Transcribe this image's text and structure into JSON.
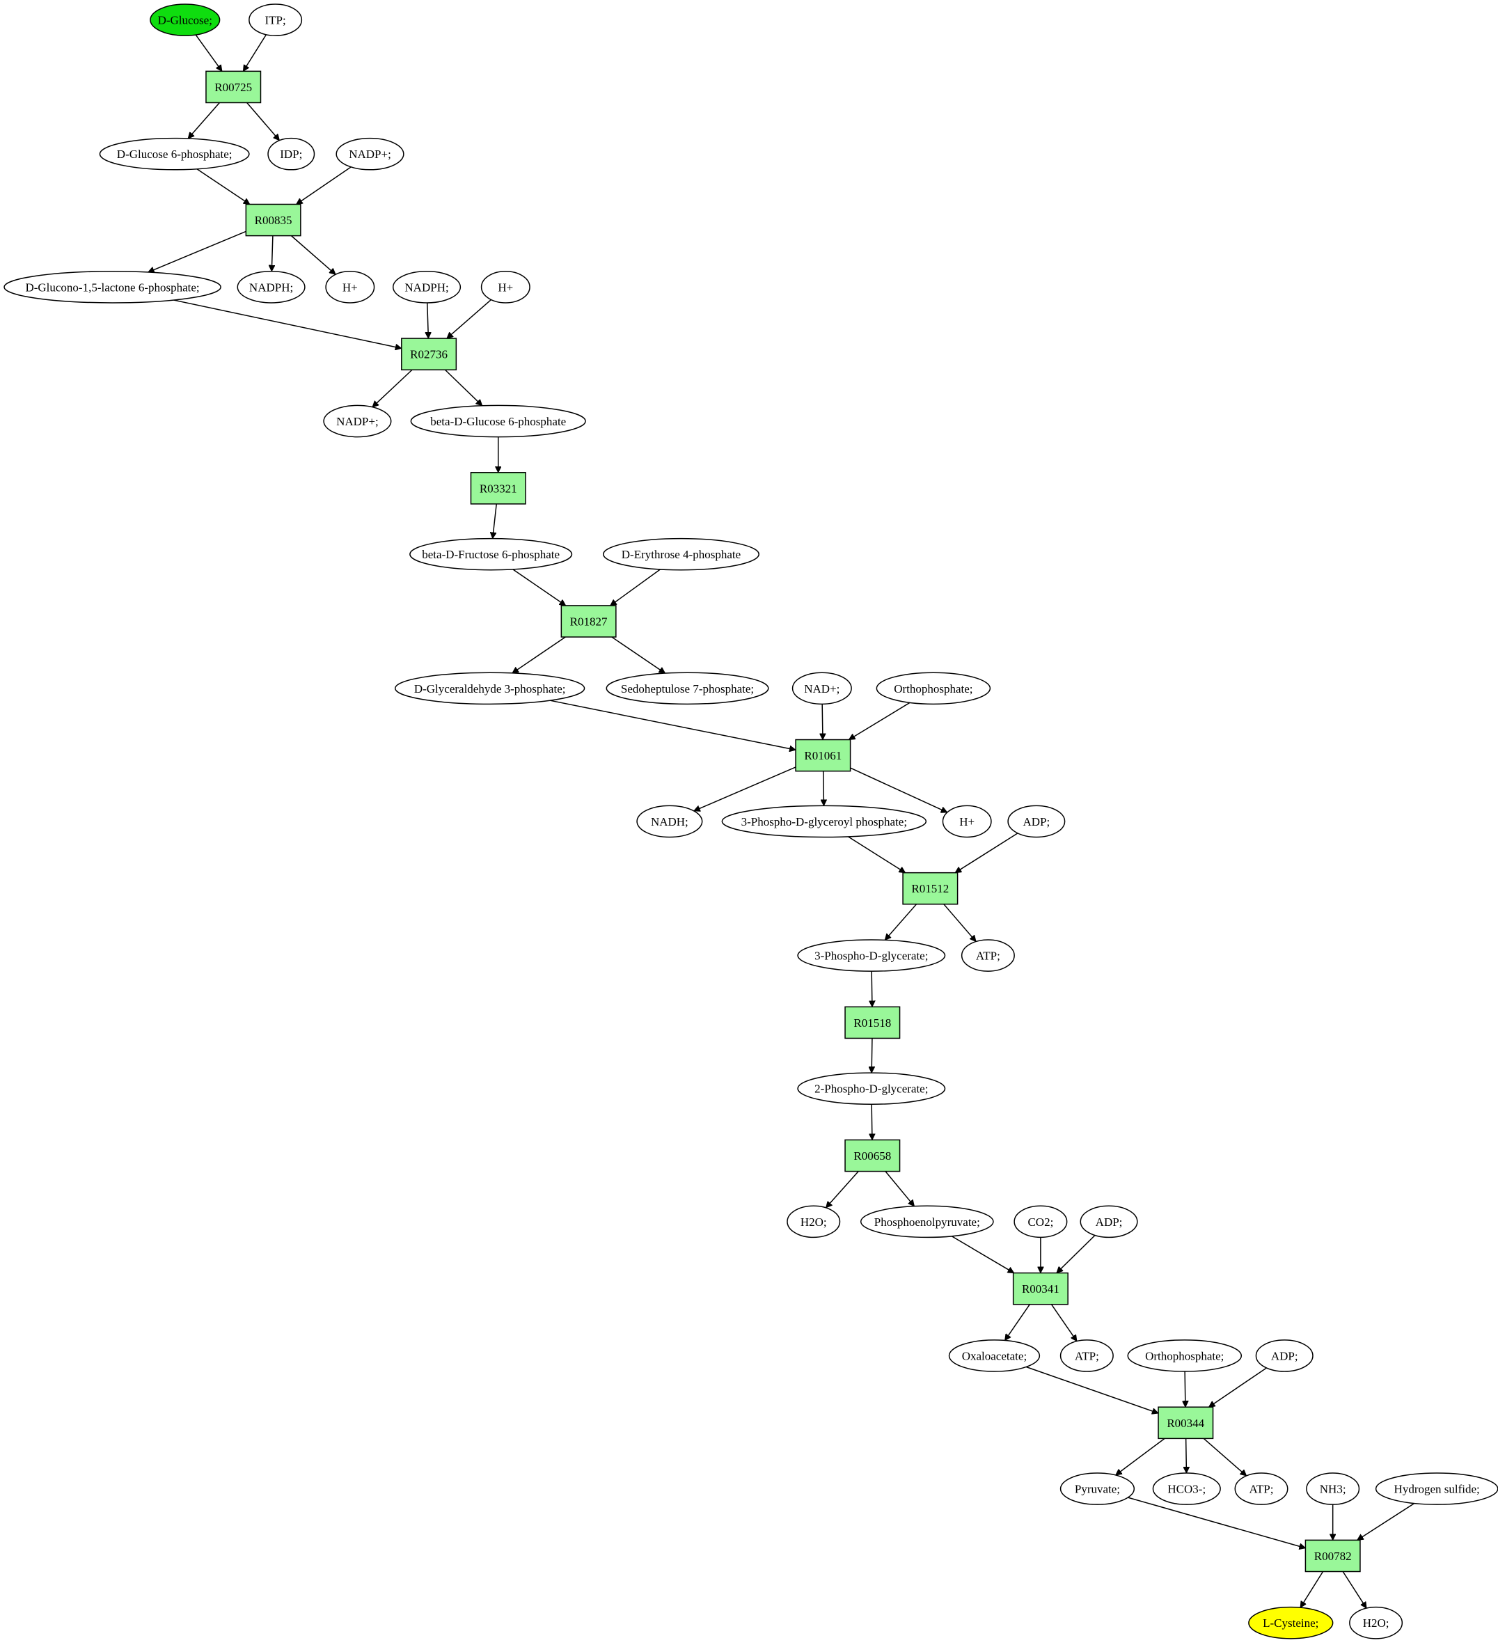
{
  "colors": {
    "reaction_fill": "#99f799",
    "start_fill": "#0fdd0f",
    "end_fill": "#ffff00",
    "compound_fill": "#ffffff",
    "stroke": "#000000"
  },
  "reactions": [
    {
      "id": "R00725",
      "label": "R00725"
    },
    {
      "id": "R00835",
      "label": "R00835"
    },
    {
      "id": "R02736",
      "label": "R02736"
    },
    {
      "id": "R03321",
      "label": "R03321"
    },
    {
      "id": "R01827",
      "label": "R01827"
    },
    {
      "id": "R01061",
      "label": "R01061"
    },
    {
      "id": "R01512",
      "label": "R01512"
    },
    {
      "id": "R01518",
      "label": "R01518"
    },
    {
      "id": "R00658",
      "label": "R00658"
    },
    {
      "id": "R00341",
      "label": "R00341"
    },
    {
      "id": "R00344",
      "label": "R00344"
    },
    {
      "id": "R00782",
      "label": "R00782"
    }
  ],
  "compounds": [
    {
      "id": "c1",
      "label": "D-Glucose;",
      "role": "start"
    },
    {
      "id": "c2",
      "label": "ITP;"
    },
    {
      "id": "c3",
      "label": "D-Glucose 6-phosphate;"
    },
    {
      "id": "c4",
      "label": "IDP;"
    },
    {
      "id": "c5",
      "label": "NADP+;"
    },
    {
      "id": "c6",
      "label": "D-Glucono-1,5-lactone 6-phosphate;"
    },
    {
      "id": "c7",
      "label": "NADPH;"
    },
    {
      "id": "c8",
      "label": "H+"
    },
    {
      "id": "c9",
      "label": "NADPH;"
    },
    {
      "id": "c10",
      "label": "H+"
    },
    {
      "id": "c11",
      "label": "NADP+;"
    },
    {
      "id": "c12",
      "label": "beta-D-Glucose 6-phosphate"
    },
    {
      "id": "c13",
      "label": "beta-D-Fructose 6-phosphate"
    },
    {
      "id": "c14",
      "label": "D-Erythrose 4-phosphate"
    },
    {
      "id": "c15",
      "label": "D-Glyceraldehyde 3-phosphate;"
    },
    {
      "id": "c16",
      "label": "Sedoheptulose 7-phosphate;"
    },
    {
      "id": "c17",
      "label": "NAD+;"
    },
    {
      "id": "c18",
      "label": "Orthophosphate;"
    },
    {
      "id": "c19",
      "label": "NADH;"
    },
    {
      "id": "c20",
      "label": "3-Phospho-D-glyceroyl phosphate;"
    },
    {
      "id": "c21",
      "label": "H+"
    },
    {
      "id": "c22",
      "label": "ADP;"
    },
    {
      "id": "c23",
      "label": "3-Phospho-D-glycerate;"
    },
    {
      "id": "c24",
      "label": "ATP;"
    },
    {
      "id": "c25",
      "label": "2-Phospho-D-glycerate;"
    },
    {
      "id": "c26",
      "label": "H2O;"
    },
    {
      "id": "c27",
      "label": "Phosphoenolpyruvate;"
    },
    {
      "id": "c28",
      "label": "CO2;"
    },
    {
      "id": "c29",
      "label": "ADP;"
    },
    {
      "id": "c30",
      "label": "Oxaloacetate;"
    },
    {
      "id": "c31",
      "label": "ATP;"
    },
    {
      "id": "c32",
      "label": "Orthophosphate;"
    },
    {
      "id": "c33",
      "label": "ADP;"
    },
    {
      "id": "c34",
      "label": "Pyruvate;"
    },
    {
      "id": "c35",
      "label": "HCO3-;"
    },
    {
      "id": "c36",
      "label": "ATP;"
    },
    {
      "id": "c37",
      "label": "NH3;"
    },
    {
      "id": "c38",
      "label": "Hydrogen sulfide;"
    },
    {
      "id": "c39",
      "label": "L-Cysteine;",
      "role": "end"
    },
    {
      "id": "c40",
      "label": "H2O;"
    }
  ],
  "edges": [
    [
      "c1",
      "R00725"
    ],
    [
      "c2",
      "R00725"
    ],
    [
      "R00725",
      "c3"
    ],
    [
      "R00725",
      "c4"
    ],
    [
      "c3",
      "R00835"
    ],
    [
      "c5",
      "R00835"
    ],
    [
      "R00835",
      "c6"
    ],
    [
      "R00835",
      "c7"
    ],
    [
      "R00835",
      "c8"
    ],
    [
      "c6",
      "R02736"
    ],
    [
      "c9",
      "R02736"
    ],
    [
      "c10",
      "R02736"
    ],
    [
      "R02736",
      "c11"
    ],
    [
      "R02736",
      "c12"
    ],
    [
      "c12",
      "R03321"
    ],
    [
      "R03321",
      "c13"
    ],
    [
      "c13",
      "R01827"
    ],
    [
      "c14",
      "R01827"
    ],
    [
      "R01827",
      "c15"
    ],
    [
      "R01827",
      "c16"
    ],
    [
      "c15",
      "R01061"
    ],
    [
      "c17",
      "R01061"
    ],
    [
      "c18",
      "R01061"
    ],
    [
      "R01061",
      "c19"
    ],
    [
      "R01061",
      "c20"
    ],
    [
      "R01061",
      "c21"
    ],
    [
      "c20",
      "R01512"
    ],
    [
      "c22",
      "R01512"
    ],
    [
      "R01512",
      "c23"
    ],
    [
      "R01512",
      "c24"
    ],
    [
      "c23",
      "R01518"
    ],
    [
      "R01518",
      "c25"
    ],
    [
      "c25",
      "R00658"
    ],
    [
      "R00658",
      "c26"
    ],
    [
      "R00658",
      "c27"
    ],
    [
      "c27",
      "R00341"
    ],
    [
      "c28",
      "R00341"
    ],
    [
      "c29",
      "R00341"
    ],
    [
      "R00341",
      "c30"
    ],
    [
      "R00341",
      "c31"
    ],
    [
      "c30",
      "R00344"
    ],
    [
      "c32",
      "R00344"
    ],
    [
      "c33",
      "R00344"
    ],
    [
      "R00344",
      "c34"
    ],
    [
      "R00344",
      "c35"
    ],
    [
      "R00344",
      "c36"
    ],
    [
      "c34",
      "R00782"
    ],
    [
      "c37",
      "R00782"
    ],
    [
      "c38",
      "R00782"
    ],
    [
      "R00782",
      "c39"
    ],
    [
      "R00782",
      "c40"
    ]
  ]
}
